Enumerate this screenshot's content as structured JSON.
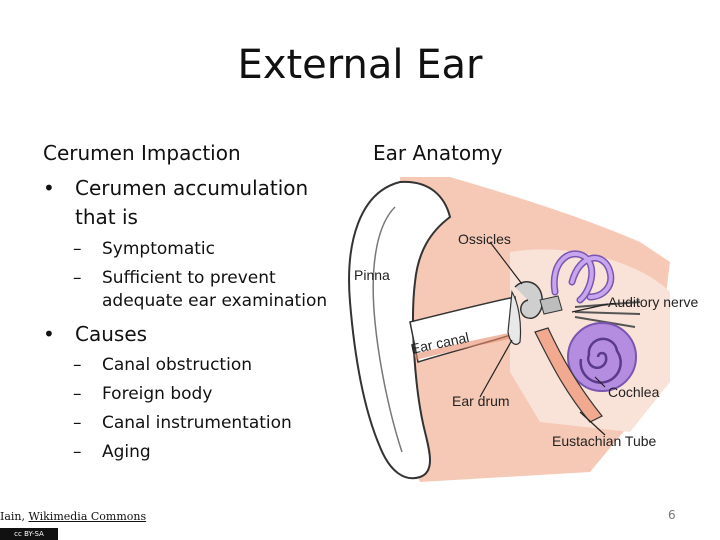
{
  "slide": {
    "title": "External Ear",
    "page_number": "6"
  },
  "left": {
    "heading": "Cerumen Impaction",
    "bullets": [
      {
        "text": "Cerumen accumulation that is",
        "sub": [
          "Symptomatic",
          "Sufficient to prevent adequate ear examination"
        ]
      },
      {
        "text": "Causes",
        "sub": [
          "Canal obstruction",
          "Foreign body",
          "Canal instrumentation",
          "Aging"
        ]
      }
    ]
  },
  "right": {
    "heading": "Ear Anatomy",
    "figure_labels": {
      "pinna": "Pinna",
      "ossicles": "Ossicles",
      "ear_canal": "Ear canal",
      "auditory_nerve": "Auditory nerve",
      "cochlea": "Cochlea",
      "ear_drum": "Ear drum",
      "eustachian_tube": "Eustachian Tube"
    }
  },
  "footer": {
    "attribution_prefix": "Iain, ",
    "attribution_link": "Wikimedia Commons",
    "license_badge": "cc BY-SA"
  },
  "colors": {
    "skin": "#f1a98f",
    "skin_light": "#f7d6c8",
    "cochlea": "#b48ce0",
    "cochlea_dark": "#7a55b0",
    "outline": "#333333"
  }
}
